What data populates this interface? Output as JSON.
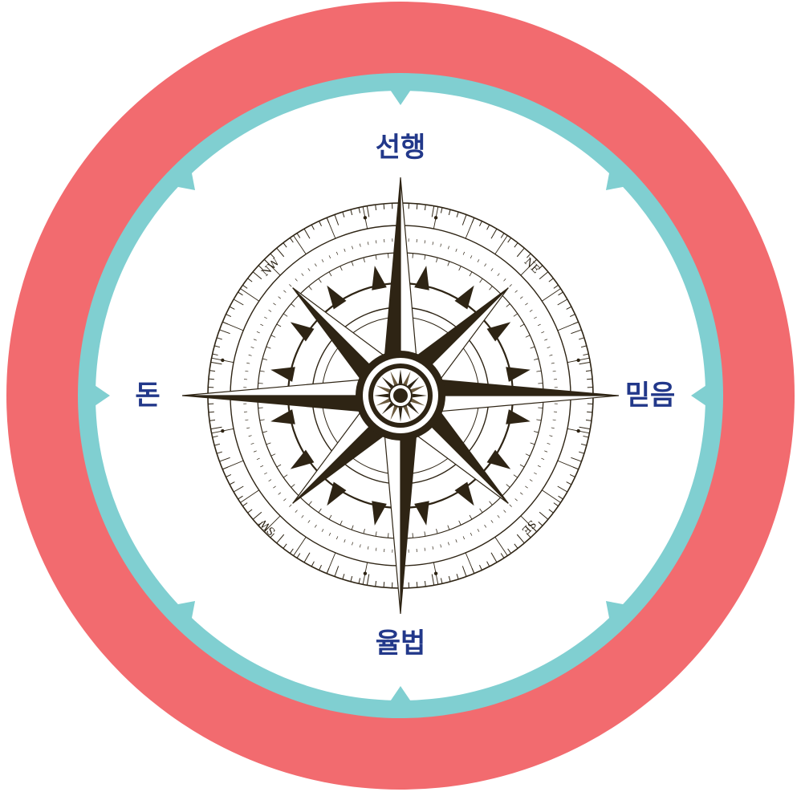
{
  "colors": {
    "outer_ring": "#f26b6f",
    "inner_ring": "#80cfd1",
    "face": "#ffffff",
    "rose_dark": "#2e2414",
    "rose_light": "#ffffff",
    "label_text": "#22388a"
  },
  "labels": {
    "north": "선행",
    "east": "믿음",
    "south": "율법",
    "west": "돈"
  },
  "intercardinals": {
    "ne": "NE",
    "se": "SE",
    "sw": "SW",
    "nw": "NW"
  },
  "icons": {
    "center": "compass-rose-icon"
  }
}
